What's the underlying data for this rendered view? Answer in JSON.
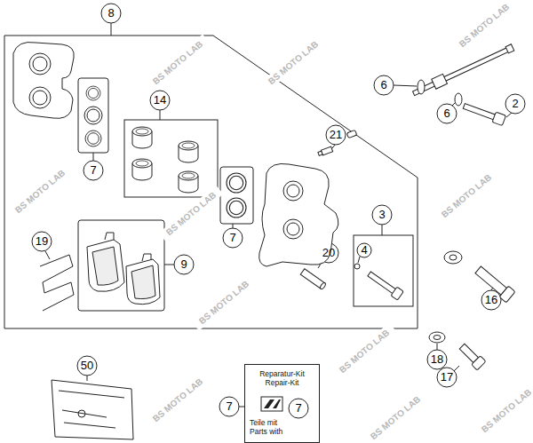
{
  "diagram": {
    "nodes": [
      {
        "text": [
          "Reparatur-Kit Repair-Kit",
          "Teile mit Parts with"
        ]
      }
    ],
    "labels": [
      "8",
      "6",
      "2",
      "14",
      "6",
      "21",
      "7",
      "7",
      "3",
      "4",
      "20",
      "19",
      "9",
      "16",
      "18",
      "17",
      "50",
      "7",
      "7",
      "BS MOTO LAB",
      "BS MOTO LAB",
      "BS MOTO LAB",
      "BS MOTO LAB",
      "BS MOTO LAB",
      "BS MOTO LAB",
      "BS MOTO LAB",
      "BS MOTO LAB",
      "BS MOTO LAB",
      "BS MOTO LAB",
      "BS MOTO LAB"
    ]
  }
}
